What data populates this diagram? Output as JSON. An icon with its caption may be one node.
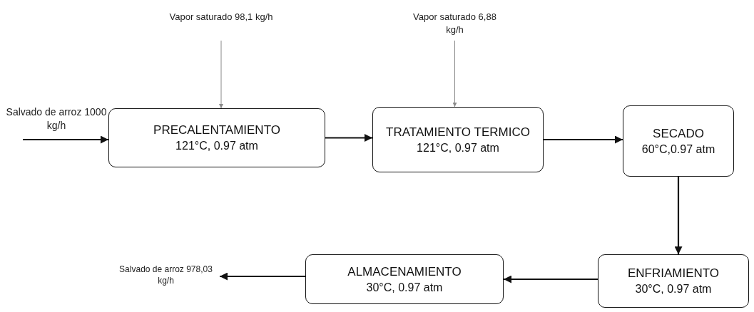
{
  "diagram": {
    "nodes": [
      {
        "text": [
          "Salvado de arroz 1000 kg/h"
        ]
      },
      {
        "text": [
          "Vapor saturado 98,1 kg/h"
        ]
      },
      {
        "text": [
          "PRECALENTAMIENTO",
          "121°C, 0.97 atm"
        ]
      },
      {
        "text": [
          "Vapor saturado 6,88 kg/h"
        ]
      },
      {
        "text": [
          "TRATAMIENTO TERMICO",
          "121°C, 0.97 atm"
        ]
      },
      {
        "text": [
          "SECADO",
          "60°C,0.97 atm"
        ]
      },
      {
        "text": [
          "ENFRIAMIENTO",
          "30°C, 0.97 atm"
        ]
      },
      {
        "text": [
          "ALMACENAMIENTO",
          "30°C, 0.97 atm"
        ]
      },
      {
        "text": [
          "Salvado de arroz 978,03 kg/h"
        ]
      }
    ],
    "edges": [
      {
        "from": 0,
        "to": 2,
        "arrow": "to"
      },
      {
        "from": 1,
        "to": 2,
        "arrow": "to",
        "color": "#8a8a8a"
      },
      {
        "from": 2,
        "to": 4,
        "arrow": "to"
      },
      {
        "from": 3,
        "to": 4,
        "arrow": "to",
        "color": "#8a8a8a"
      },
      {
        "from": 4,
        "to": 5,
        "arrow": "to"
      },
      {
        "from": 5,
        "to": 6,
        "arrow": "to"
      },
      {
        "from": 6,
        "to": 7,
        "arrow": "to"
      },
      {
        "from": 7,
        "to": 8,
        "arrow": "to"
      }
    ]
  }
}
